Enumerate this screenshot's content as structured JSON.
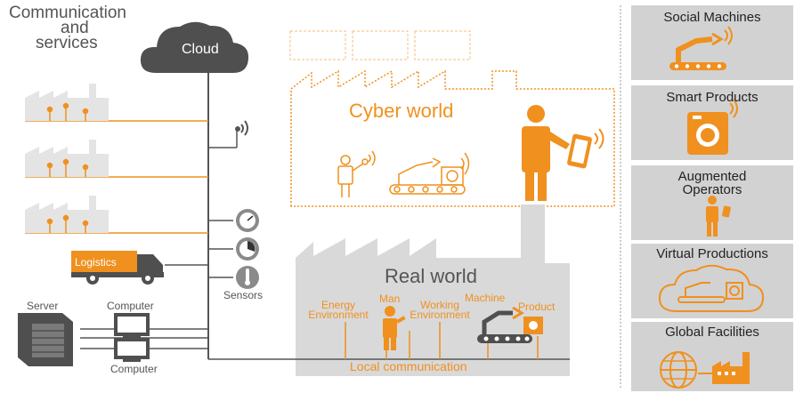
{
  "header": {
    "title_lines": [
      "Communication",
      "and",
      "services"
    ],
    "cloud_label": "Cloud"
  },
  "worlds": {
    "cyber": "Cyber world",
    "real": "Real world"
  },
  "left_column": {
    "logistics": "Logistics",
    "sensors": "Sensors",
    "server": "Server",
    "computer_top": "Computer",
    "computer_bottom": "Computer"
  },
  "real_world_labels": {
    "energy": [
      "Energy",
      "Environment"
    ],
    "man": "Man",
    "working": [
      "Working",
      "Environment"
    ],
    "machine": "Machine",
    "product": "Product",
    "local_communication": "Local communication"
  },
  "side_panels": [
    {
      "lines": [
        "Social Machines"
      ],
      "icon": "robot-arm-icon"
    },
    {
      "lines": [
        "Smart Products"
      ],
      "icon": "washing-machine-icon"
    },
    {
      "lines": [
        "Augmented",
        "Operators"
      ],
      "icon": "operator-icon"
    },
    {
      "lines": [
        "Virtual Productions"
      ],
      "icon": "cloud-production-icon"
    },
    {
      "lines": [
        "Global Facilities"
      ],
      "icon": "globe-factory-icon"
    }
  ],
  "colors": {
    "accent": "#f0901e",
    "panel_grey": "#d2d2d2",
    "cloud_dark": "#4f4f4f",
    "text_grey": "#555555"
  }
}
